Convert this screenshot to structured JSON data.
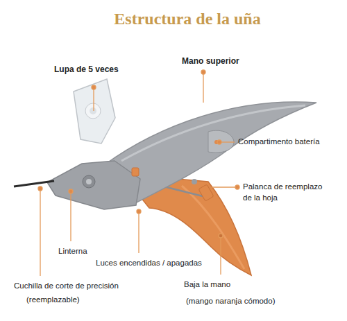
{
  "diagram": {
    "title": "Estructura de la uña",
    "labels": [
      "Lupa de 5 veces",
      "Mano superior",
      "Compartimento batería",
      "Palanca de reemplazo de la hoja",
      "Linterna",
      "Luces encendidas / apagadas",
      "Cuchilla de corte de precisión",
      "(reemplazable)",
      "Baja la mano",
      "(mango naranja cómodo)"
    ]
  }
}
